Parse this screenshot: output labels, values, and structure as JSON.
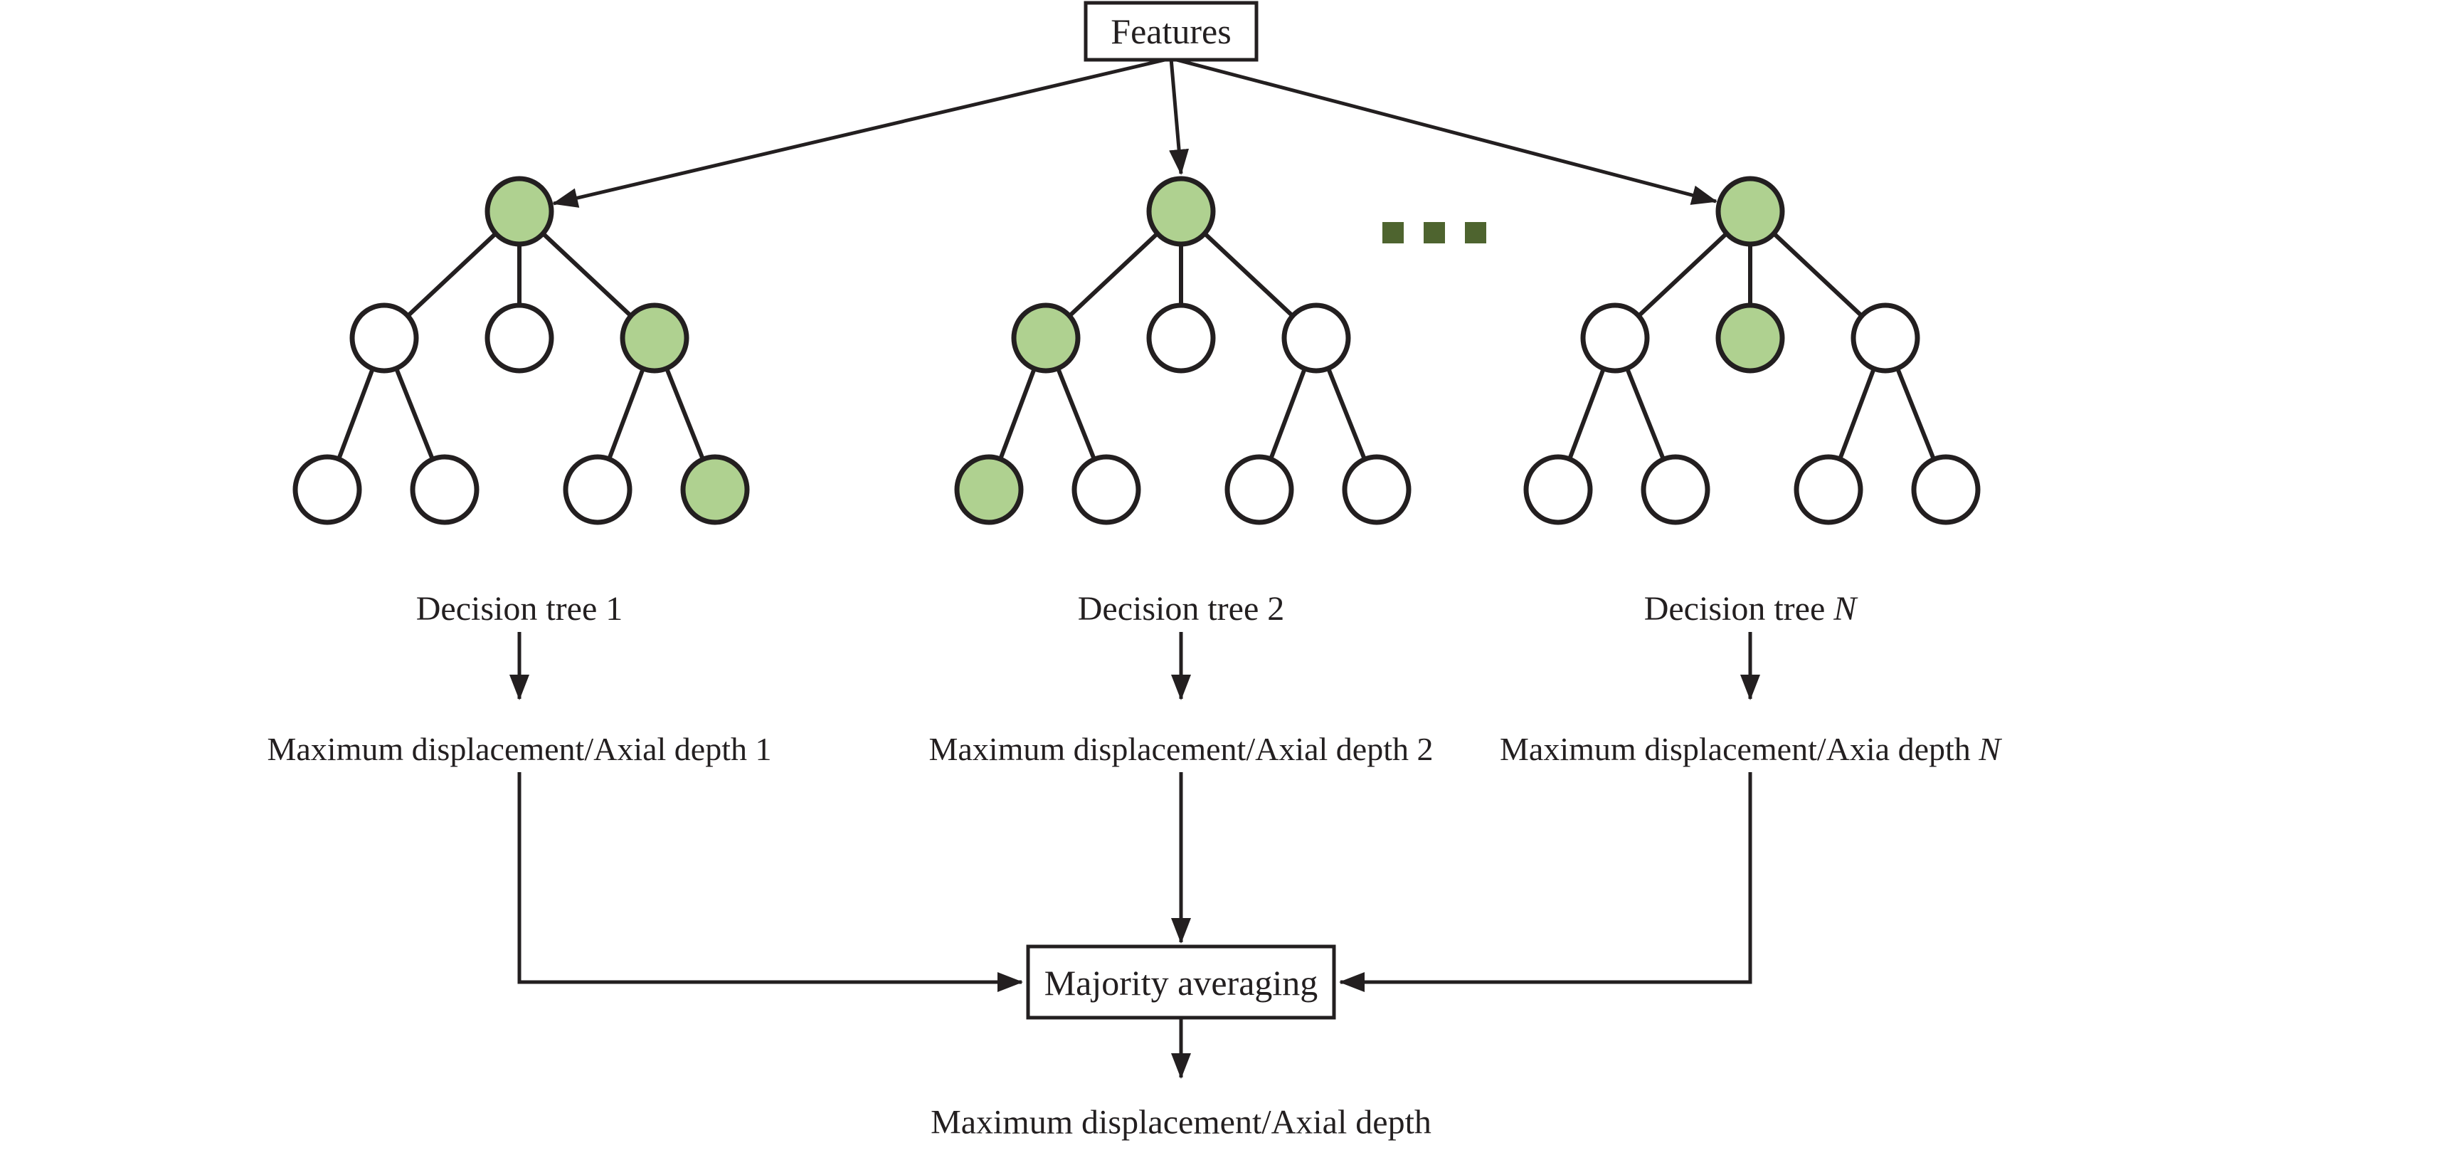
{
  "figure": {
    "background": "#ffffff",
    "stroke_color": "#231f20",
    "node_fill_green": "#afd190",
    "node_fill_white": "#ffffff",
    "ellipsis_color": "#4e642f",
    "ellipsis_icon": "three-squares",
    "features_box_label": "Features",
    "majority_box_label": "Majority averaging",
    "final_output_label": "Maximum displacement/Axial depth",
    "trees": [
      {
        "name_prefix": "Decision tree ",
        "name_suffix": "1",
        "name_suffix_italic": false,
        "output_prefix": "Maximum displacement/Axial depth ",
        "output_suffix": "1",
        "output_suffix_italic": false,
        "root": "green",
        "children": [
          "white",
          "white",
          "green"
        ],
        "left_leaves": [
          "white",
          "white"
        ],
        "right_leaves": [
          "white",
          "green"
        ]
      },
      {
        "name_prefix": "Decision tree ",
        "name_suffix": "2",
        "name_suffix_italic": false,
        "output_prefix": "Maximum displacement/Axial depth ",
        "output_suffix": "2",
        "output_suffix_italic": false,
        "root": "green",
        "children": [
          "green",
          "white",
          "white"
        ],
        "left_leaves": [
          "green",
          "white"
        ],
        "right_leaves": [
          "white",
          "white"
        ]
      },
      {
        "name_prefix": "Decision tree ",
        "name_suffix": "N",
        "name_suffix_italic": true,
        "output_prefix": "Maximum displacement/Axia depth ",
        "output_suffix": "N",
        "output_suffix_italic": true,
        "root": "green",
        "children": [
          "white",
          "green",
          "white"
        ],
        "left_leaves": [
          "white",
          "white"
        ],
        "right_leaves": [
          "white",
          "white"
        ]
      }
    ]
  }
}
